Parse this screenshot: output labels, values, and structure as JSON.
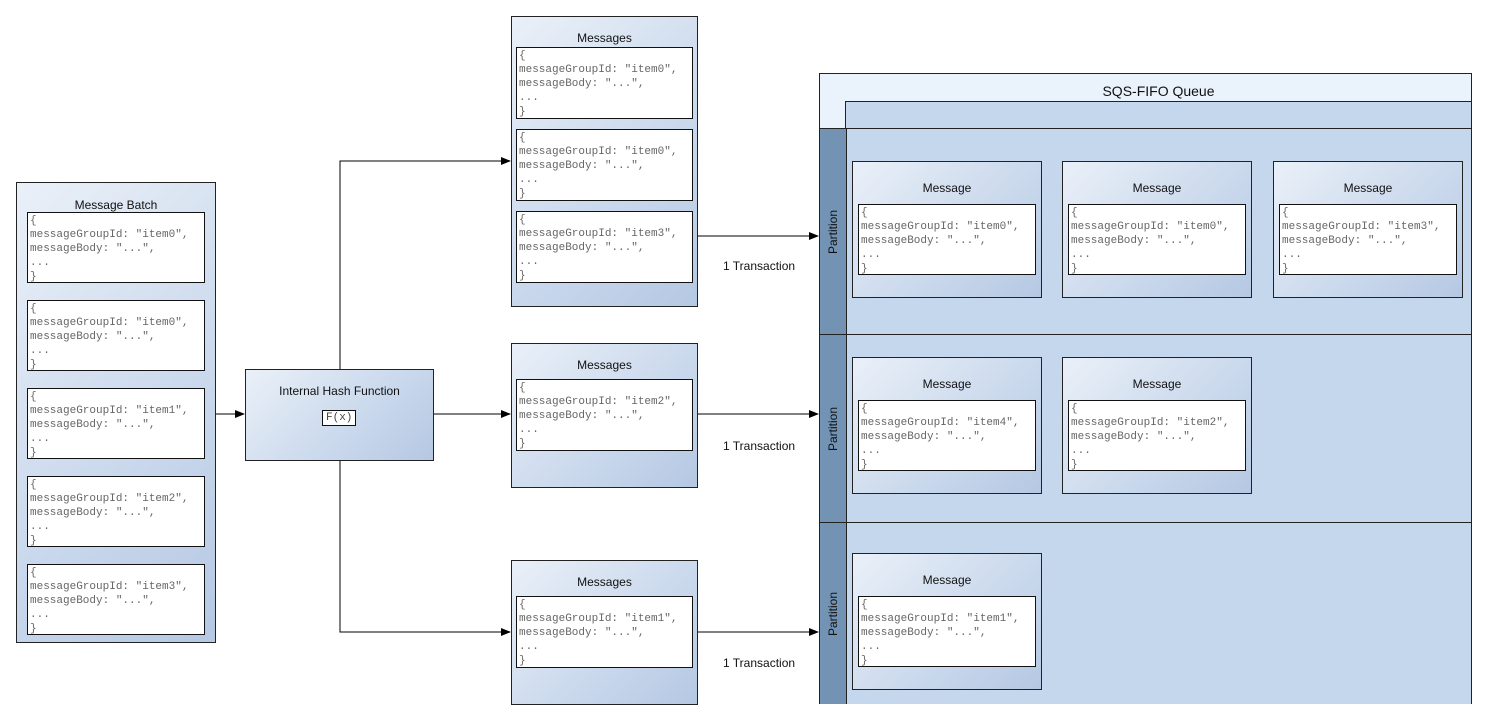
{
  "card_template": {
    "open": "{",
    "group_key": "messageGroupId",
    "body_line": "messageBody: \"...\",",
    "ellipsis": "...",
    "close": "}"
  },
  "batch": {
    "title": "Message Batch",
    "items": [
      "item0",
      "item0",
      "item1",
      "item2",
      "item3"
    ]
  },
  "hash": {
    "title": "Internal Hash Function",
    "formula": "F(x)"
  },
  "groups": [
    {
      "title": "Messages",
      "items": [
        "item0",
        "item0",
        "item3"
      ],
      "transaction_label": "1 Transaction"
    },
    {
      "title": "Messages",
      "items": [
        "item2"
      ],
      "transaction_label": "1 Transaction"
    },
    {
      "title": "Messages",
      "items": [
        "item1"
      ],
      "transaction_label": "1 Transaction"
    }
  ],
  "queue": {
    "title": "SQS-FIFO Queue",
    "partitions": [
      {
        "label": "Partition",
        "messages": [
          {
            "title": "Message",
            "group_id": "item0"
          },
          {
            "title": "Message",
            "group_id": "item0"
          },
          {
            "title": "Message",
            "group_id": "item3"
          }
        ]
      },
      {
        "label": "Partition",
        "messages": [
          {
            "title": "Message",
            "group_id": "item4"
          },
          {
            "title": "Message",
            "group_id": "item2"
          }
        ]
      },
      {
        "label": "Partition",
        "messages": [
          {
            "title": "Message",
            "group_id": "item1"
          }
        ]
      }
    ]
  },
  "colors": {
    "stripe": "#7393b4",
    "partition": "#c5d7ec",
    "queue_header": "#eaf2fc"
  }
}
